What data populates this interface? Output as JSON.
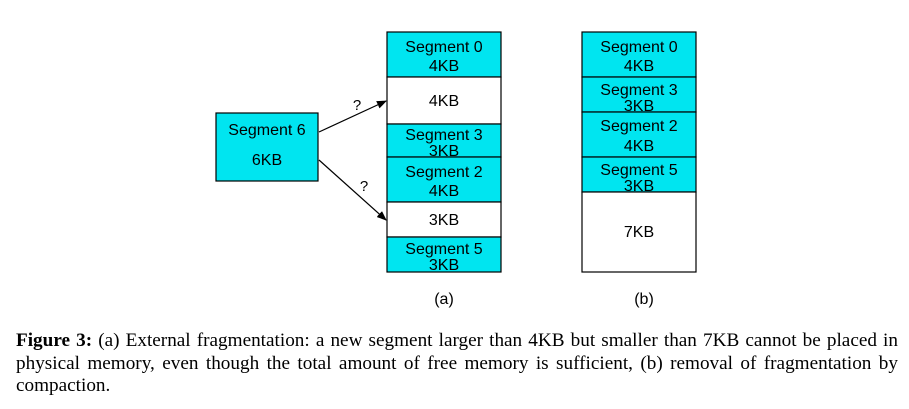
{
  "diagram": {
    "source_segment": {
      "name": "Segment 6",
      "size": "6KB"
    },
    "arrow_labels": [
      "?",
      "?"
    ],
    "layout_a": {
      "label": "(a)",
      "blocks": [
        {
          "name": "Segment 0",
          "size": "4KB",
          "kind": "segment"
        },
        {
          "name": "",
          "size": "4KB",
          "kind": "free"
        },
        {
          "name": "Segment 3",
          "size": "3KB",
          "kind": "segment"
        },
        {
          "name": "Segment 2",
          "size": "4KB",
          "kind": "segment"
        },
        {
          "name": "",
          "size": "3KB",
          "kind": "free"
        },
        {
          "name": "Segment 5",
          "size": "3KB",
          "kind": "segment"
        }
      ]
    },
    "layout_b": {
      "label": "(b)",
      "blocks": [
        {
          "name": "Segment 0",
          "size": "4KB",
          "kind": "segment"
        },
        {
          "name": "Segment 3",
          "size": "3KB",
          "kind": "segment"
        },
        {
          "name": "Segment 2",
          "size": "4KB",
          "kind": "segment"
        },
        {
          "name": "Segment 5",
          "size": "3KB",
          "kind": "segment"
        },
        {
          "name": "",
          "size": "7KB",
          "kind": "free"
        }
      ]
    },
    "colors": {
      "segment_fill": "#00e5f0",
      "free_fill": "#ffffff",
      "stroke": "#000000"
    }
  },
  "caption": {
    "label": "Figure 3:",
    "text": "(a) External fragmentation: a new segment larger than 4KB but smaller than 7KB cannot be placed in physical memory, even though the total amount of free memory is sufficient, (b) removal of fragmentation by compaction."
  }
}
